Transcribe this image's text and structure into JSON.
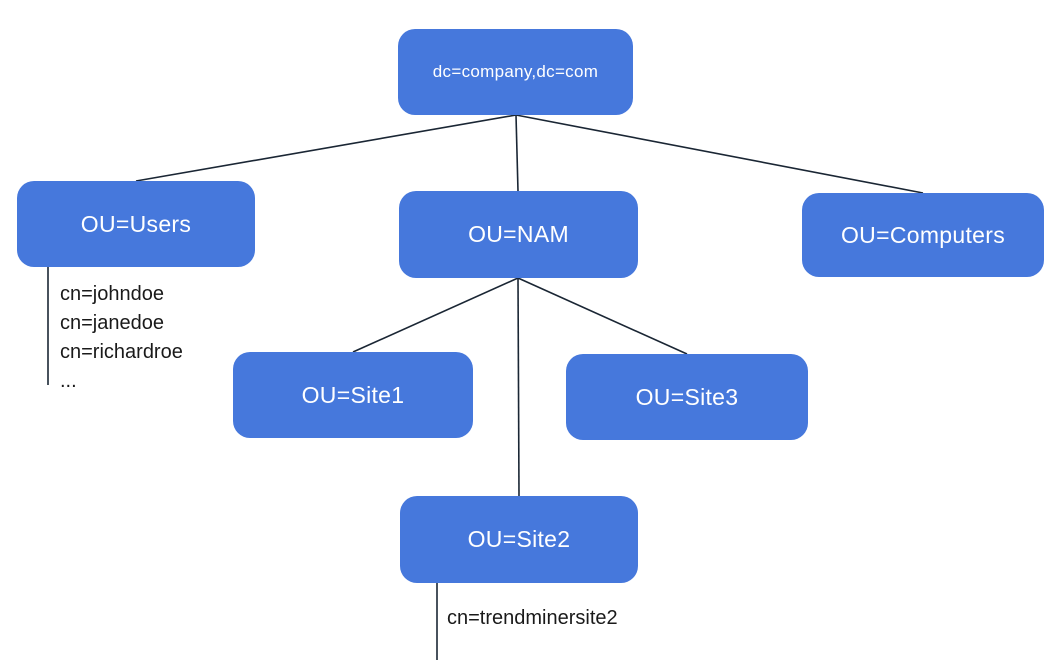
{
  "diagram": {
    "nodes": {
      "root": {
        "label": "dc=company,dc=com"
      },
      "users": {
        "label": "OU=Users"
      },
      "nam": {
        "label": "OU=NAM"
      },
      "computers": {
        "label": "OU=Computers"
      },
      "site1": {
        "label": "OU=Site1"
      },
      "site3": {
        "label": "OU=Site3"
      },
      "site2": {
        "label": "OU=Site2"
      }
    },
    "users_entries": [
      "cn=johndoe",
      "cn=janedoe",
      "cn=richardroe",
      "..."
    ],
    "site2_entries": [
      "cn=trendminersite2"
    ],
    "colors": {
      "node_fill": "#4678dc",
      "node_text": "#ffffff",
      "connector": "#1a2634",
      "entry_text": "#1a1a1a",
      "background": "#ffffff"
    }
  }
}
